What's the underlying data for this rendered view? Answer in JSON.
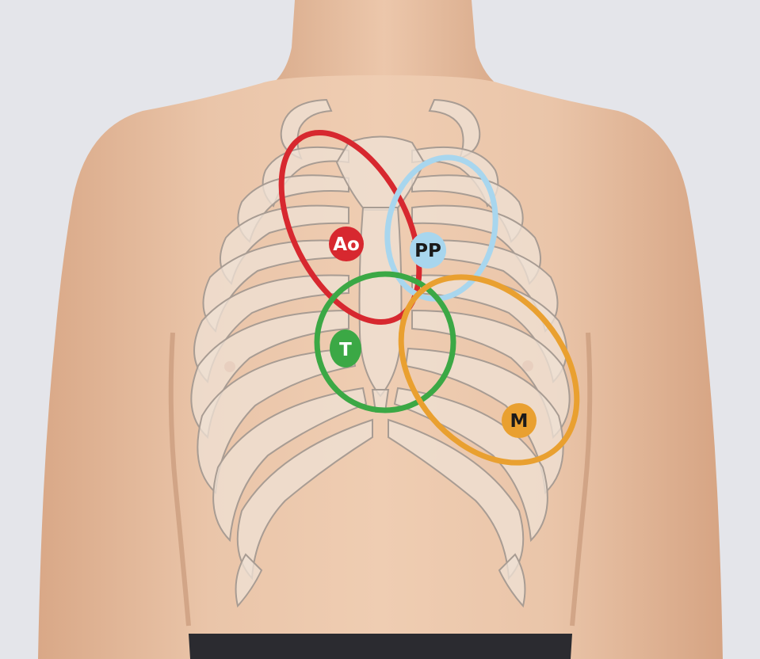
{
  "colors": {
    "background": "#e4e5ea",
    "skin": "#e8c0a3",
    "skin_shadow": "#cf9f80",
    "bone_fill": "#ecdccf",
    "bone_stroke": "#a89c93",
    "aortic": "#d7282f",
    "pulmonic": "#a8d6ee",
    "tricuspid": "#3ba845",
    "mitral": "#e9a030"
  },
  "areas": [
    {
      "key": "aortic",
      "label": "Ao",
      "label_color": "#ffffff",
      "color": "#d7282f"
    },
    {
      "key": "pulmonic",
      "label": "PP",
      "label_color": "#1a1a1a",
      "color": "#a8d6ee"
    },
    {
      "key": "tricuspid",
      "label": "T",
      "label_color": "#ffffff",
      "color": "#3ba845"
    },
    {
      "key": "mitral",
      "label": "M",
      "label_color": "#1a1a1a",
      "color": "#e9a030"
    }
  ]
}
